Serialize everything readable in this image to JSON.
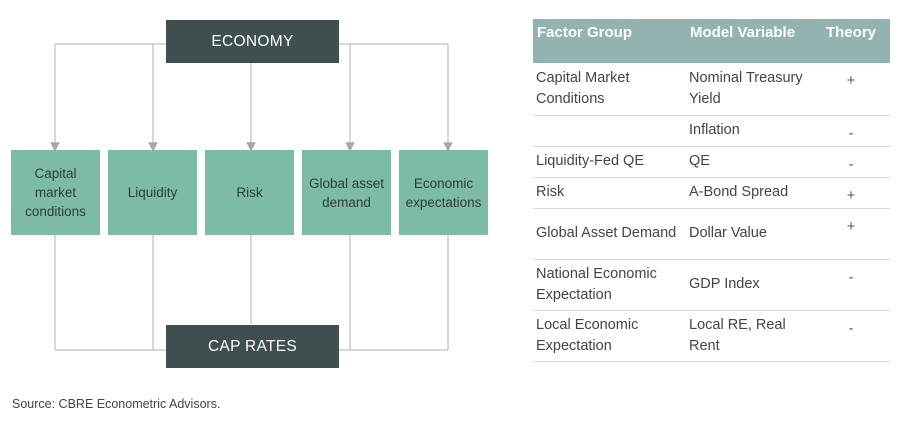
{
  "diagram": {
    "top_label": "ECONOMY",
    "bottom_label": "CAP RATES",
    "factors": [
      "Capital market conditions",
      "Liquidity",
      "Risk",
      "Global asset demand",
      "Economic expectations"
    ],
    "colors": {
      "dark": "#3f4f4f",
      "factor": "#7dbba9",
      "line": "#bfbfbf"
    }
  },
  "table": {
    "headers": {
      "factor_group": "Factor Group",
      "model_variable": "Model Variable",
      "theory": "Theory"
    },
    "rows": [
      {
        "factor_group": "Capital Market Conditions",
        "model_variable": "Nominal Treasury Yield",
        "theory": "+"
      },
      {
        "factor_group": "",
        "model_variable": "Inflation",
        "theory": "-"
      },
      {
        "factor_group": "Liquidity-Fed QE",
        "model_variable": "QE",
        "theory": "-"
      },
      {
        "factor_group": "Risk",
        "model_variable": "A-Bond Spread",
        "theory": "+"
      },
      {
        "factor_group": "Global Asset Demand",
        "model_variable": "Dollar Value",
        "theory": "+"
      },
      {
        "factor_group": "National Economic Expectation",
        "model_variable": "GDP Index",
        "theory": "-"
      },
      {
        "factor_group": "Local Economic Expectation",
        "model_variable": "Local RE, Real Rent",
        "theory": "-"
      }
    ],
    "header_color": "#93b3b1"
  },
  "source": "Source: CBRE Econometric Advisors."
}
